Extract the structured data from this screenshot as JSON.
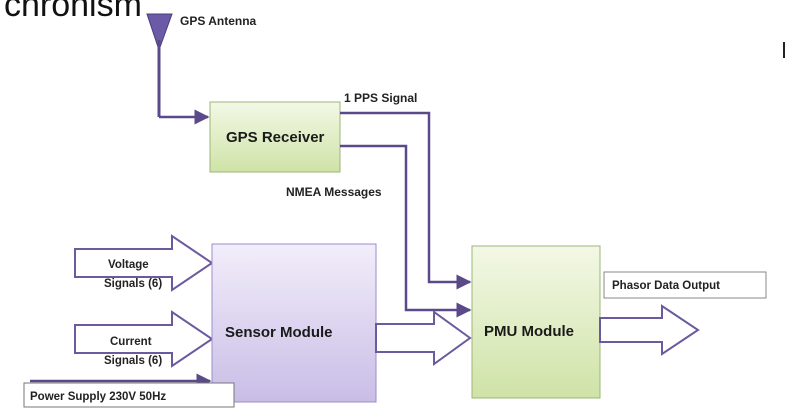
{
  "title_fragment": "chronism",
  "antenna": {
    "label": "GPS Antenna"
  },
  "blocks": {
    "gps_receiver": "GPS Receiver",
    "sensor_module": "Sensor Module",
    "pmu_module": "PMU Module"
  },
  "signals": {
    "pps": "1 PPS Signal",
    "nmea": "NMEA Messages"
  },
  "inputs": {
    "voltage_line1": "Voltage",
    "voltage_line2": "Signals (6)",
    "current_line1": "Current",
    "current_line2": "Signals (6)"
  },
  "power_supply": "Power Supply 230V 50Hz",
  "output": "Phasor Data Output",
  "colors": {
    "gps_fill_top": "#f3f8e6",
    "gps_fill_bottom": "#cfe3a7",
    "sensor_fill_top": "#f2eefa",
    "sensor_fill_bottom": "#c9bde6",
    "pmu_fill_top": "#f3f8e6",
    "pmu_fill_bottom": "#cfe3a7",
    "wire": "#5a4a8a",
    "arrow_outline": "#6b5a9e"
  }
}
